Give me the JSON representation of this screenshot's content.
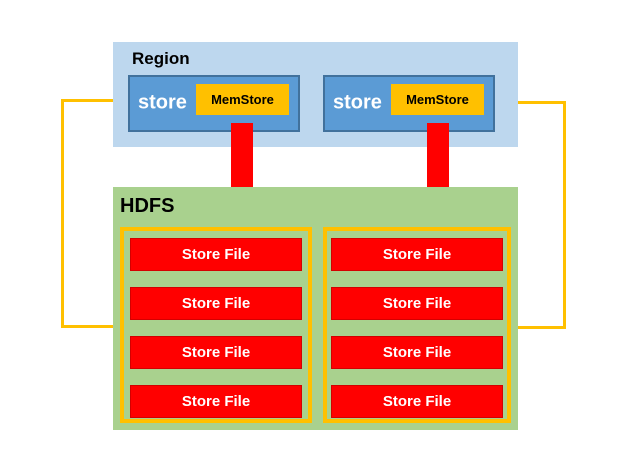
{
  "diagram": {
    "region": {
      "label": "Region",
      "stores": [
        {
          "label": "store",
          "memstore": "MemStore"
        },
        {
          "label": "store",
          "memstore": "MemStore"
        }
      ]
    },
    "hdfs": {
      "label": "HDFS",
      "groups": [
        {
          "files": [
            "Store File",
            "Store File",
            "Store File",
            "Store File"
          ]
        },
        {
          "files": [
            "Store File",
            "Store File",
            "Store File",
            "Store File"
          ]
        }
      ]
    }
  },
  "colors": {
    "region_fill": "#BDD7EE",
    "store_fill": "#5B9BD5",
    "store_border": "#41719C",
    "memstore_fill": "#FFC000",
    "connector": "#FFC000",
    "group_border": "#FFC000",
    "hdfs_fill": "#A9D18E",
    "file_fill": "#FF0000",
    "file_border": "#D40000",
    "arrow": "#FF0000"
  }
}
